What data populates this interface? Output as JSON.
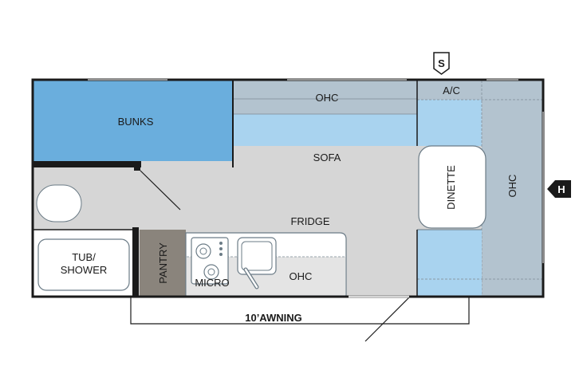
{
  "colors": {
    "floor": "#d6d6d6",
    "bunk_blue": "#6aaedd",
    "light_blue": "#a9d3ef",
    "ohc_gray": "#b3c3cf",
    "pantry": "#8a847c",
    "wall": "#1a1a1a",
    "white": "#ffffff"
  },
  "badges": {
    "top": "S",
    "right": "H"
  },
  "labels": {
    "bunks": "BUNKS",
    "ohc_top": "OHC",
    "ac": "A/C",
    "sofa": "SOFA",
    "dinette": "DINETTE",
    "ohc_right": "OHC",
    "fridge": "FRIDGE",
    "tub_line1": "TUB/",
    "tub_line2": "SHOWER",
    "pantry": "PANTRY",
    "micro": "MICRO",
    "ohc_kitchen": "OHC",
    "awning": "10’AWNING"
  }
}
